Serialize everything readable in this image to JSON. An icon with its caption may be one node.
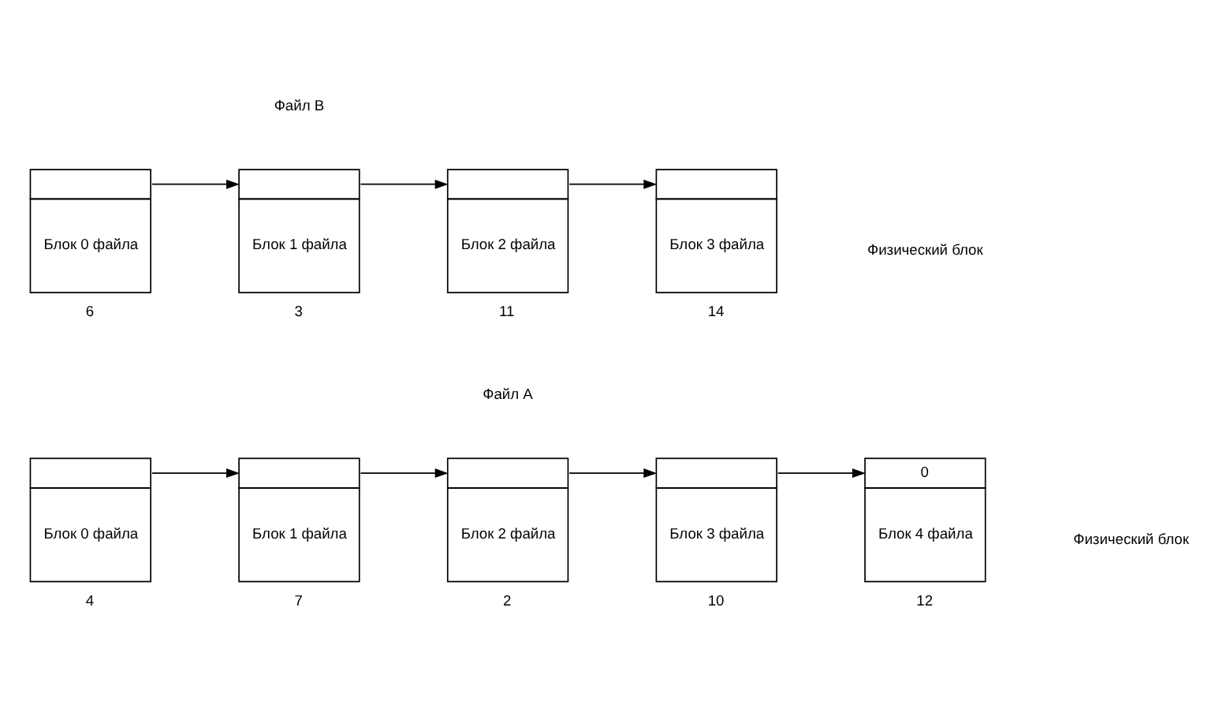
{
  "diagram": {
    "nodes": [
      {
        "text": [
          "Блок 0 файла"
        ],
        "beside": [
          "4"
        ]
      },
      {
        "text": [
          "Блок 1 файла"
        ],
        "beside": [
          "7"
        ]
      },
      {
        "text": [
          "Блок 2 файла"
        ],
        "beside": [
          "2"
        ]
      },
      {
        "text": [
          "Блок 3 файла"
        ],
        "beside": [
          "10"
        ]
      },
      {
        "text": [
          "0",
          "Блок 4 файла"
        ],
        "beside": [
          "12"
        ]
      },
      {
        "text": [
          "Блок 0 файла"
        ],
        "beside": [
          "6"
        ]
      },
      {
        "text": [
          "Блок 1 файла"
        ],
        "beside": [
          "3"
        ]
      },
      {
        "text": [
          "Блок 2 файла"
        ],
        "beside": [
          "11"
        ]
      },
      {
        "text": [
          "Блок 3 файла"
        ],
        "beside": [
          "14"
        ]
      }
    ],
    "edges": [
      {
        "from": 0,
        "to": 1,
        "arrow": "to"
      },
      {
        "from": 1,
        "to": 2,
        "arrow": "to"
      },
      {
        "from": 2,
        "to": 3,
        "arrow": "to"
      },
      {
        "from": 3,
        "to": 4,
        "arrow": "to"
      },
      {
        "from": 5,
        "to": 6,
        "arrow": "to"
      },
      {
        "from": 6,
        "to": 7,
        "arrow": "to"
      },
      {
        "from": 7,
        "to": 8,
        "arrow": "to"
      }
    ],
    "labels": [
      "Файл A",
      "Физический блок",
      "Файл B",
      "Физический блок"
    ]
  }
}
